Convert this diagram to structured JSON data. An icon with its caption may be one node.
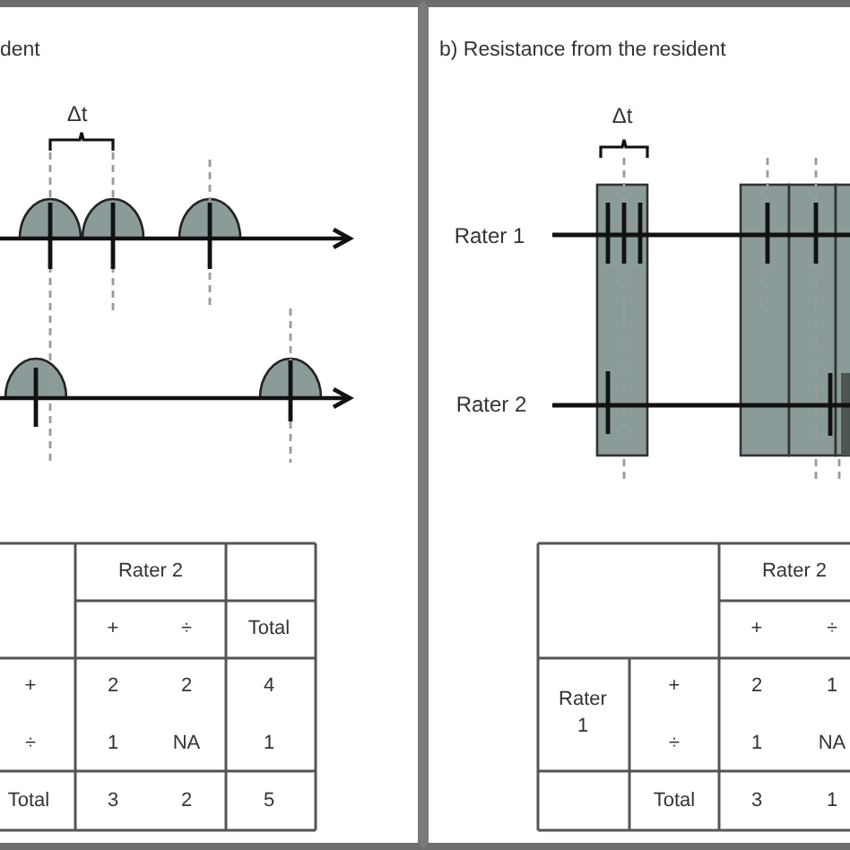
{
  "diagram": {
    "nodes": [
      {
        "text": [
          "dent"
        ]
      },
      {
        "text": [
          "b) Resistance from the resident"
        ]
      }
    ],
    "labels": [
      "Δt",
      "Rater 2",
      "+",
      "÷",
      "Total",
      "+",
      "2",
      "2",
      "4",
      "÷",
      "1",
      "NA",
      "1",
      "Total",
      "3",
      "2",
      "5",
      "Δt",
      "Rater 1",
      "Rater 2",
      "Rater 2",
      "+",
      "÷",
      "Rater 1",
      "+",
      "2",
      "1",
      "÷",
      "1",
      "NA",
      "Total",
      "3",
      "1"
    ]
  }
}
